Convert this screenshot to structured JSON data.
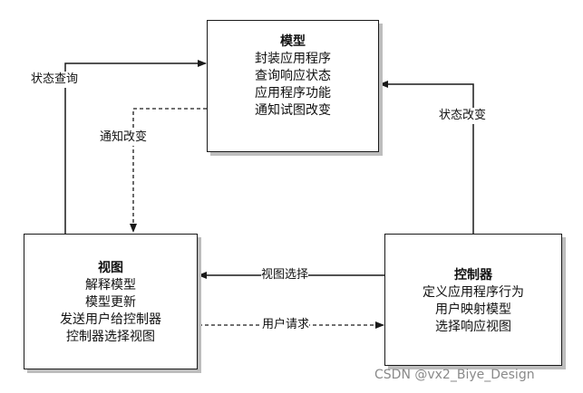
{
  "model": {
    "title": "模型",
    "lines": [
      "封装应用程序",
      "查询响应状态",
      "应用程序功能",
      "通知试图改变"
    ]
  },
  "view": {
    "title": "视图",
    "lines": [
      "解释模型",
      "模型更新",
      "发送用户给控制器",
      "控制器选择视图"
    ]
  },
  "controller": {
    "title": "控制器",
    "lines": [
      "定义应用程序行为",
      "用户映射模型",
      "选择响应视图"
    ]
  },
  "edges": {
    "state_query": "状态查询",
    "notify_change": "通知改变",
    "state_change": "状态改变",
    "view_select": "视图选择",
    "user_request": "用户请求"
  },
  "watermark": "CSDN @vx2_Biye_Design"
}
